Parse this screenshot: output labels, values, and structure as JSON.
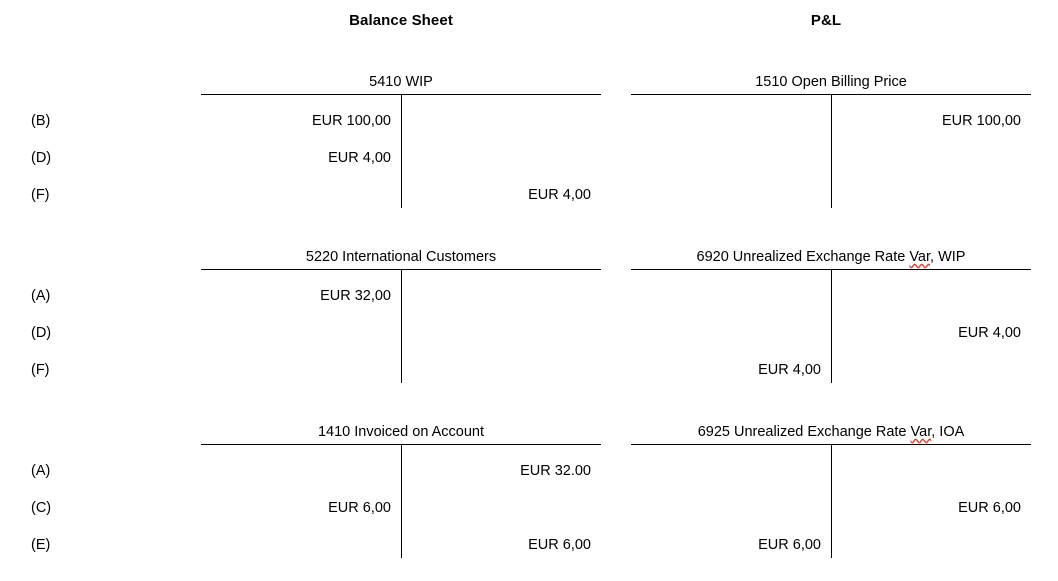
{
  "headers": {
    "balance_sheet": "Balance Sheet",
    "profit_and_loss": "P&L"
  },
  "colors": {
    "text": "#000000",
    "rule": "#000000",
    "spellcheck_underline": "#e8402a",
    "background": "#ffffff"
  },
  "blocks": [
    {
      "row_labels": [
        "(B)",
        "(D)",
        "(F)"
      ],
      "accounts": [
        {
          "side": "left",
          "column": "Balance Sheet",
          "number": "5410",
          "name": "WIP",
          "title": "5410 WIP",
          "title_misspelled_word": "",
          "entries": [
            {
              "label": "(B)",
              "debit": "EUR 100,00",
              "credit": ""
            },
            {
              "label": "(D)",
              "debit": "EUR 4,00",
              "credit": ""
            },
            {
              "label": "(F)",
              "debit": "",
              "credit": "EUR 4,00"
            }
          ]
        },
        {
          "side": "right",
          "column": "P&L",
          "number": "1510",
          "name": "Open Billing Price",
          "title": "1510 Open Billing Price",
          "title_misspelled_word": "",
          "entries": [
            {
              "label": "(B)",
              "debit": "",
              "credit": "EUR 100,00"
            },
            {
              "label": "(D)",
              "debit": "",
              "credit": ""
            },
            {
              "label": "(F)",
              "debit": "",
              "credit": ""
            }
          ]
        }
      ]
    },
    {
      "row_labels": [
        "(A)",
        "(D)",
        "(F)"
      ],
      "accounts": [
        {
          "side": "left",
          "column": "Balance Sheet",
          "number": "5220",
          "name": "International Customers",
          "title": "5220 International Customers",
          "title_misspelled_word": "",
          "entries": [
            {
              "label": "(A)",
              "debit": "EUR 32,00",
              "credit": ""
            },
            {
              "label": "(D)",
              "debit": "",
              "credit": ""
            },
            {
              "label": "(F)",
              "debit": "",
              "credit": ""
            }
          ]
        },
        {
          "side": "right",
          "column": "P&L",
          "number": "6920",
          "name": "Unrealized Exchange Rate Var, WIP",
          "title_prefix": "6920 Unrealized Exchange Rate ",
          "title_misspelled_word": "Var",
          "title_suffix": ", WIP",
          "title": "6920 Unrealized Exchange Rate Var, WIP",
          "entries": [
            {
              "label": "(A)",
              "debit": "",
              "credit": ""
            },
            {
              "label": "(D)",
              "debit": "",
              "credit": "EUR 4,00"
            },
            {
              "label": "(F)",
              "debit": "EUR 4,00",
              "credit": ""
            }
          ]
        }
      ]
    },
    {
      "row_labels": [
        "(A)",
        "(C)",
        "(E)"
      ],
      "accounts": [
        {
          "side": "left",
          "column": "Balance Sheet",
          "number": "1410",
          "name": "Invoiced on Account",
          "title": "1410 Invoiced on Account",
          "title_misspelled_word": "",
          "entries": [
            {
              "label": "(A)",
              "debit": "",
              "credit": "EUR 32.00"
            },
            {
              "label": "(C)",
              "debit": "EUR 6,00",
              "credit": ""
            },
            {
              "label": "(E)",
              "debit": "",
              "credit": "EUR 6,00"
            }
          ]
        },
        {
          "side": "right",
          "column": "P&L",
          "number": "6925",
          "name": "Unrealized Exchange Rate Var, IOA",
          "title_prefix": "6925 Unrealized Exchange Rate ",
          "title_misspelled_word": "Var",
          "title_suffix": ", IOA",
          "title": "6925 Unrealized Exchange Rate Var, IOA",
          "entries": [
            {
              "label": "(A)",
              "debit": "",
              "credit": ""
            },
            {
              "label": "(C)",
              "debit": "",
              "credit": "EUR 6,00"
            },
            {
              "label": "(E)",
              "debit": "EUR 6,00",
              "credit": ""
            }
          ]
        }
      ]
    }
  ]
}
